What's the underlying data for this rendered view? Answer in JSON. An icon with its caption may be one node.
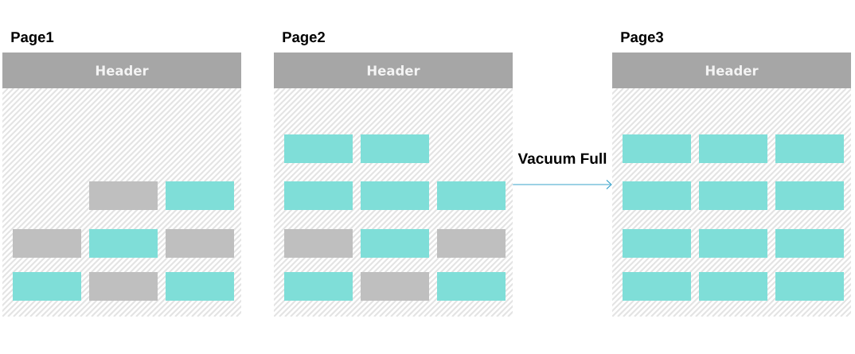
{
  "diagram": {
    "nodes": [
      {
        "text": [
          "Page1"
        ]
      },
      {
        "text": [
          "Header"
        ],
        "in": 0
      },
      {
        "text": [],
        "shape": "box",
        "in": 0
      },
      {
        "text": [],
        "shape": "box",
        "in": 0
      },
      {
        "text": [],
        "shape": "box",
        "in": 0
      },
      {
        "text": [],
        "shape": "box",
        "in": 0
      },
      {
        "text": [],
        "shape": "box",
        "in": 0
      },
      {
        "text": [],
        "shape": "box",
        "in": 0
      },
      {
        "text": [],
        "shape": "box",
        "in": 0
      },
      {
        "text": [],
        "shape": "box",
        "in": 0
      },
      {
        "text": [
          "Page2"
        ]
      },
      {
        "text": [
          "Header"
        ],
        "in": 10
      },
      {
        "text": [],
        "shape": "box",
        "in": 10
      },
      {
        "text": [],
        "shape": "box",
        "in": 10
      },
      {
        "text": [],
        "shape": "box",
        "in": 10
      },
      {
        "text": [],
        "shape": "box",
        "in": 10
      },
      {
        "text": [],
        "shape": "box",
        "in": 10
      },
      {
        "text": [],
        "shape": "box",
        "in": 10
      },
      {
        "text": [],
        "shape": "box",
        "in": 10
      },
      {
        "text": [],
        "shape": "box",
        "in": 10
      },
      {
        "text": [],
        "shape": "box",
        "in": 10
      },
      {
        "text": [],
        "shape": "box",
        "in": 10
      },
      {
        "text": [],
        "shape": "box",
        "in": 10
      },
      {
        "text": [
          "Page3"
        ]
      },
      {
        "text": [
          "Header"
        ],
        "in": 23
      },
      {
        "text": [],
        "shape": "box",
        "in": 23
      },
      {
        "text": [],
        "shape": "box",
        "in": 23
      },
      {
        "text": [],
        "shape": "box",
        "in": 23
      },
      {
        "text": [],
        "shape": "box",
        "in": 23
      },
      {
        "text": [],
        "shape": "box",
        "in": 23
      },
      {
        "text": [],
        "shape": "box",
        "in": 23
      },
      {
        "text": [],
        "shape": "box",
        "in": 23
      },
      {
        "text": [],
        "shape": "box",
        "in": 23
      },
      {
        "text": [],
        "shape": "box",
        "in": 23
      },
      {
        "text": [],
        "shape": "box",
        "in": 23
      },
      {
        "text": [],
        "shape": "box",
        "in": 23
      },
      {
        "text": [],
        "shape": "box",
        "in": 23
      }
    ],
    "edges": [
      {
        "from": 10,
        "to": 23,
        "arrow": "to",
        "label": "Vacuum Full"
      }
    ]
  }
}
